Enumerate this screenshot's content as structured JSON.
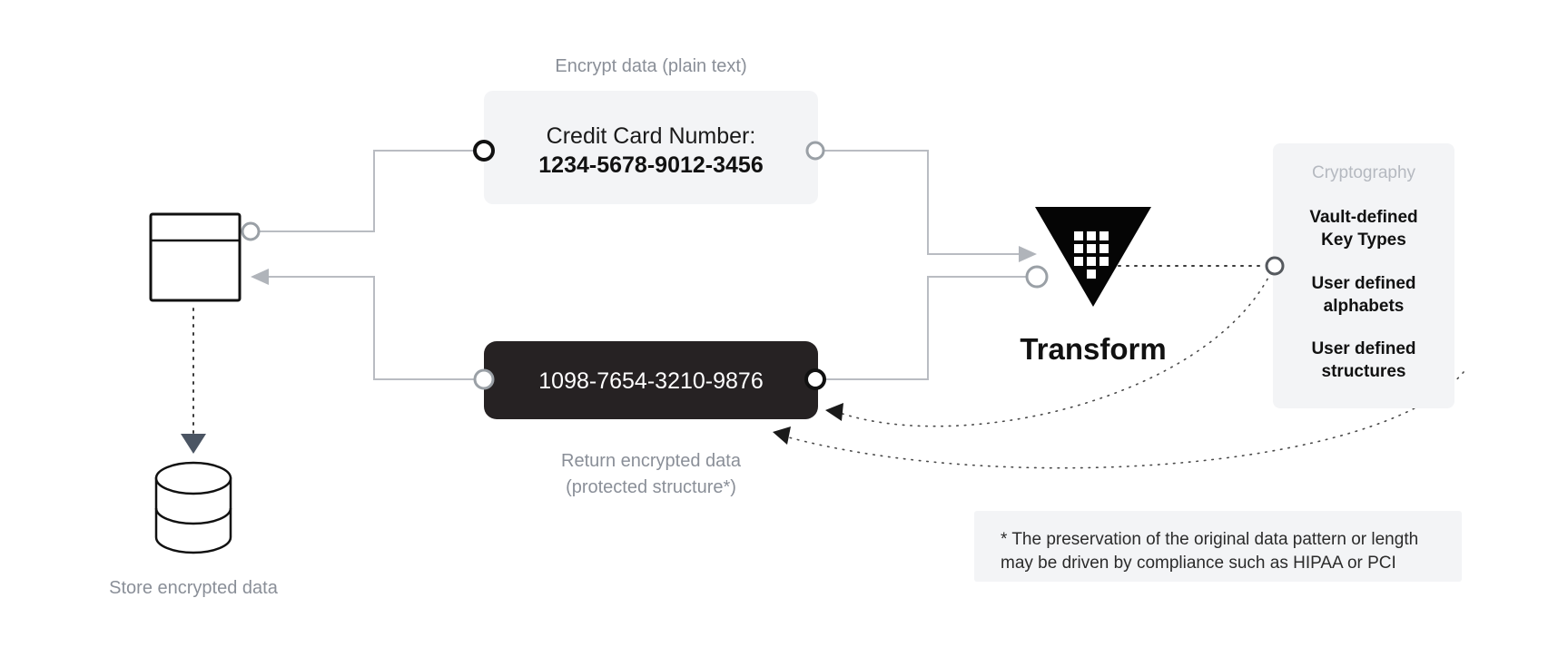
{
  "diagram": {
    "title_encrypt": "Encrypt data (plain text)",
    "title_return_line1": "Return encrypted data",
    "title_return_line2": "(protected structure*)",
    "title_store": "Store encrypted data"
  },
  "plain_box": {
    "label": "Credit Card Number:",
    "value": "1234-5678-9012-3456",
    "bg": "#f3f4f6"
  },
  "cipher_box": {
    "value": "1098-7654-3210-9876",
    "bg": "#262223"
  },
  "transform": {
    "label": "Transform",
    "icon": "keypad-grid-icon"
  },
  "crypto_panel": {
    "title": "Cryptography",
    "items": [
      {
        "line1": "Vault-defined",
        "line2": "Key Types"
      },
      {
        "line1": "User defined",
        "line2": "alphabets"
      },
      {
        "line1": "User defined",
        "line2": "structures"
      }
    ],
    "bg": "#f3f4f6"
  },
  "footnote": {
    "line1": "* The preservation of the original data pattern or length",
    "line2": "may be driven by compliance such as HIPAA or PCI",
    "bg": "#f3f4f6"
  },
  "icons": {
    "app": "application-window-icon",
    "database": "database-cylinder-icon"
  },
  "colors": {
    "wire": "#b9bcc2",
    "muted_text": "#8a8f98",
    "dark": "#262223"
  }
}
